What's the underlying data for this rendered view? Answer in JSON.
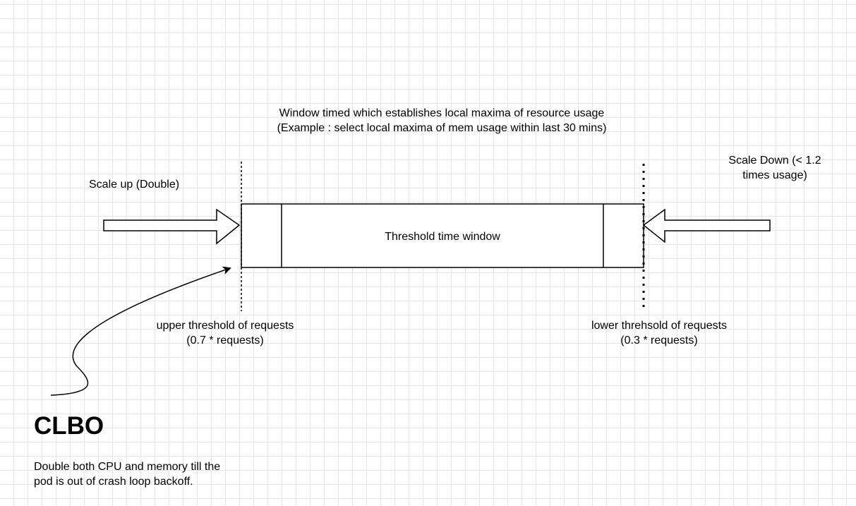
{
  "diagram": {
    "window_caption": "Window timed which establishes local maxima of resource usage\n(Example : select local maxima of mem usage within last 30 mins)",
    "scale_up_label": "Scale up (Double)",
    "scale_down_label": "Scale Down (< 1.2\ntimes usage)",
    "box_label": "Threshold time window",
    "upper_threshold_label": "upper threshold of requests\n(0.7 * requests)",
    "lower_threshold_label": "lower threhsold of requests\n(0.3 * requests)",
    "clbo_title": "CLBO",
    "clbo_description": "Double both CPU and memory till the pod is out of crash loop backoff."
  },
  "colors": {
    "grid": "#e6e6e6",
    "stroke": "#000000",
    "background": "#ffffff"
  }
}
